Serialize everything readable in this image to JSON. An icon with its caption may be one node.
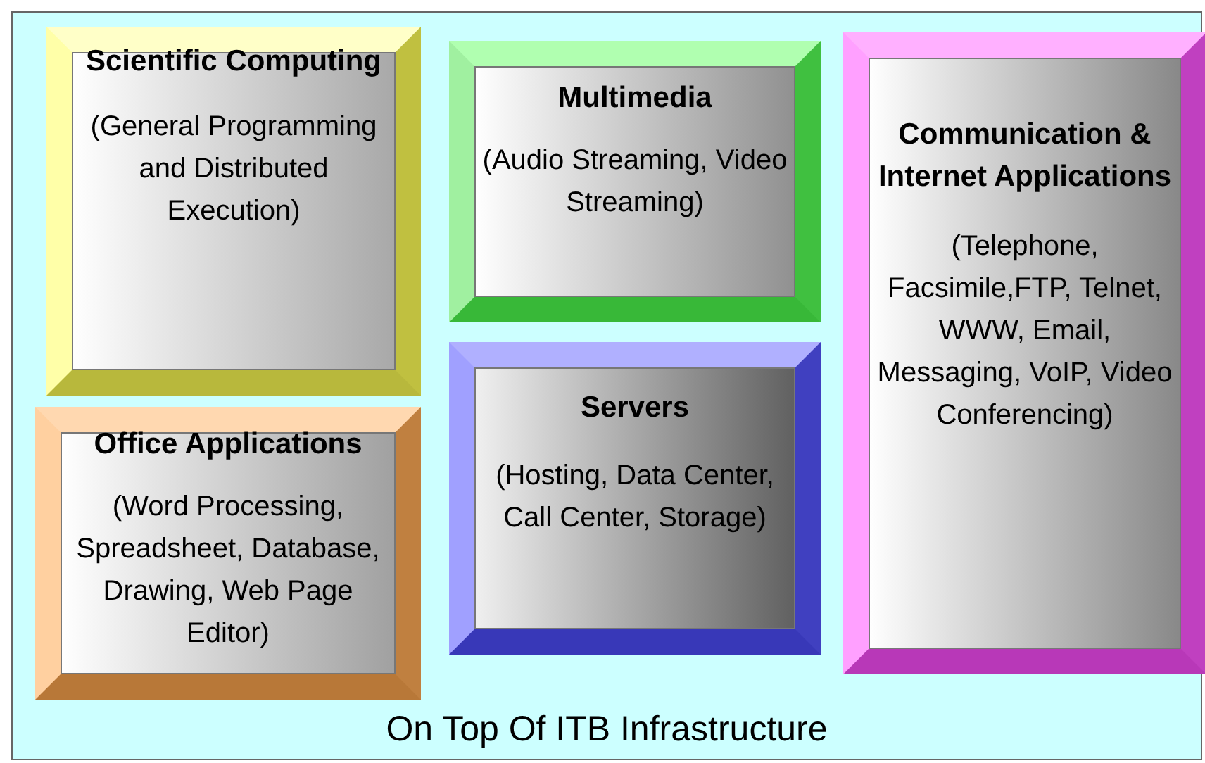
{
  "diagram": {
    "nodes": [
      {
        "text": [
          "On Top Of ITB Infrastructure"
        ]
      },
      {
        "text": [
          "Scientific Computing",
          "(General Programming and Distributed Execution)"
        ],
        "in": 0
      },
      {
        "text": [
          "Multimedia",
          "(Audio Streaming, Video Streaming)"
        ],
        "in": 0
      },
      {
        "text": [
          "Communication & Internet Applications",
          "(Telephone, Facsimile,FTP, Telnet, WWW, Email, Messaging, VoIP, Video Conferencing)"
        ],
        "in": 0
      },
      {
        "text": [
          "Office Applications",
          "(Word Processing, Spreadsheet, Database, Drawing, Web Page Editor)"
        ],
        "in": 0
      },
      {
        "text": [
          "Servers",
          "(Hosting, Data Center, Call Center, Storage)"
        ],
        "in": 0
      }
    ]
  }
}
